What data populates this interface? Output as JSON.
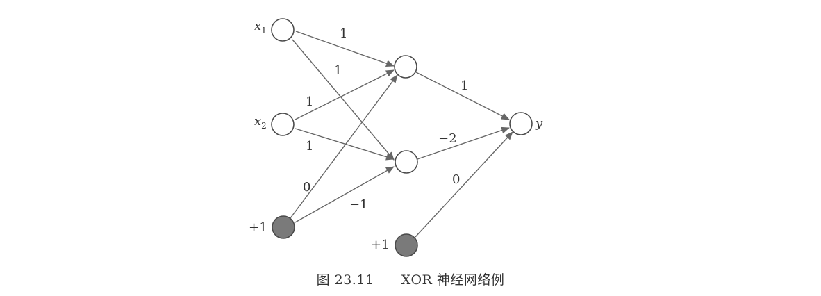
{
  "diagram": {
    "nodes": {
      "x1": {
        "label": "x",
        "sub": "1"
      },
      "x2": {
        "label": "x",
        "sub": "2"
      },
      "b1": {
        "label": "+1"
      },
      "h1": {
        "label": ""
      },
      "h2": {
        "label": ""
      },
      "b2": {
        "label": "+1"
      },
      "y": {
        "label": "y"
      }
    },
    "weights": {
      "x1_h1": "1",
      "x1_h2": "1",
      "x2_h1": "1",
      "x2_h2": "1",
      "b1_h1": "0",
      "b1_h2": "−1",
      "h1_y": "1",
      "h2_y": "−2",
      "b2_y": "0"
    }
  },
  "caption": {
    "figure_label": "图 23.11",
    "text": "XOR 神经网络例"
  }
}
